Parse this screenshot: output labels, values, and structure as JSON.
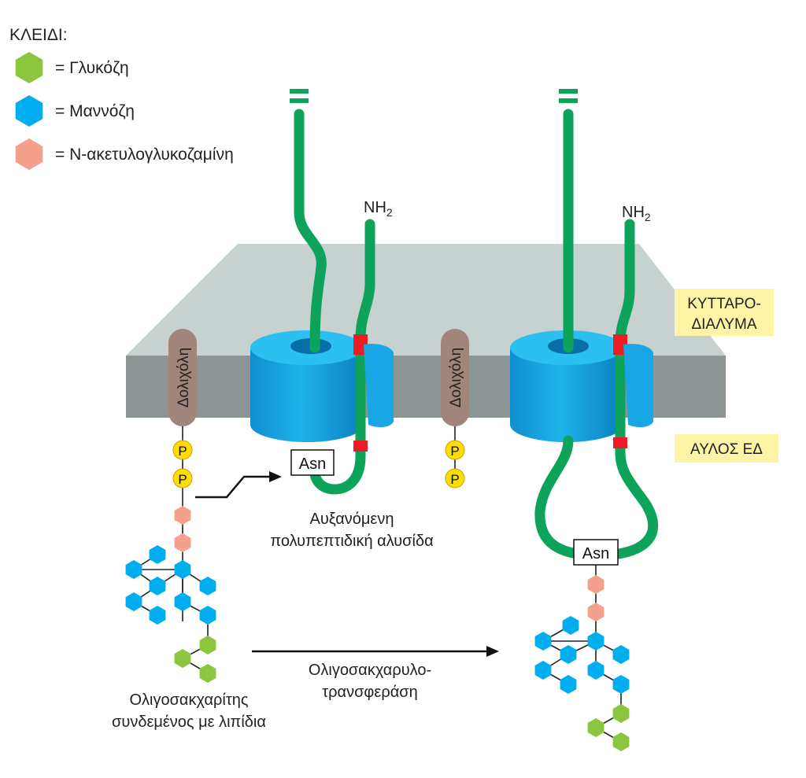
{
  "key": {
    "title": "ΚΛΕΙΔΙ:",
    "glucose": "= Γλυκόζη",
    "mannose": "= Μαννόζη",
    "nag": "= Ν-ακετυλογλυκοζαμίνη"
  },
  "regions": {
    "cytosol_line1": "ΚΥΤΤΑΡΟ-",
    "cytosol_line2": "ΔΙΑΛΥΜΑ",
    "er_lumen": "ΑΥΛΟΣ ΕΔ"
  },
  "labels": {
    "dolichol": "Δολιχόλη",
    "phosphate": "P",
    "amino_terminus": "NH",
    "amino_subscript": "2",
    "asn": "Asn",
    "growing_chain_line1": "Αυξανόμενη",
    "growing_chain_line2": "πολυπεπτιδική αλυσίδα",
    "lipid_oligo_line1": "Ολιγοσακχαρίτης",
    "lipid_oligo_line2": "συνδεμένος με λιπίδια",
    "transferase_line1": "Ολιγοσακχαρυλο-",
    "transferase_line2": "τρανσφεράση"
  },
  "colors": {
    "glucose": "#8cc63f",
    "mannose": "#00aeef",
    "nag": "#f4a08c",
    "chain": "#0ea35a",
    "membrane_top": "#c6d1d0",
    "membrane_face": "#8d9594",
    "dolichol": "#a2857a",
    "phosphate": "#ffdd00",
    "signal_segment": "#ed1c24",
    "label_box": "#fff3a6"
  },
  "icons": {
    "glucose": "hexagon",
    "mannose": "hexagon",
    "nag": "hexagon"
  }
}
